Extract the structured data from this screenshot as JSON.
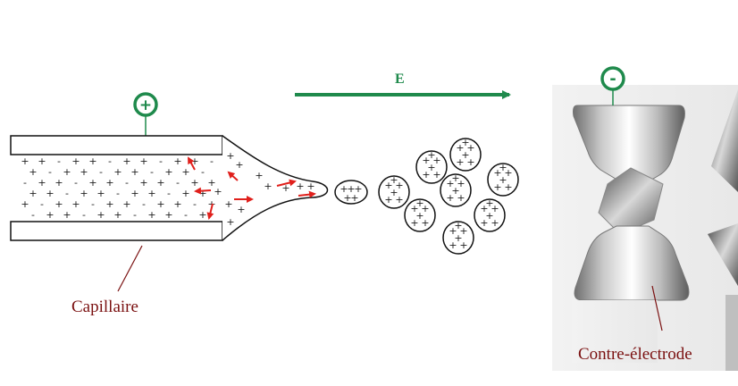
{
  "labels": {
    "field": "E",
    "capillary": "Capillaire",
    "counter_electrode": "Contre-électrode",
    "anode_sign": "+",
    "cathode_sign": "-"
  },
  "colors": {
    "electrode_green": "#1f8a4c",
    "label_red": "#7a1010",
    "arrow_red": "#e0201c",
    "line_black": "#111111"
  }
}
